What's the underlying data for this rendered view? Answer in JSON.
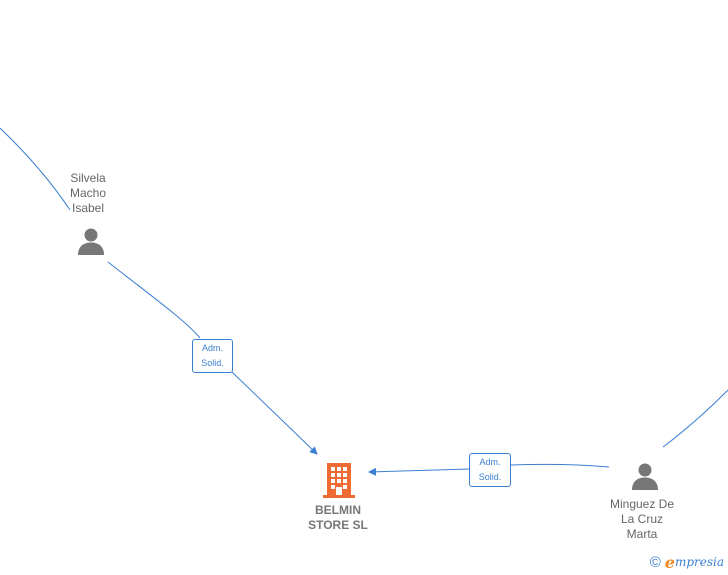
{
  "nodes": {
    "person_top": {
      "label": "Silvela\nMacho\nIsabel",
      "icon": "person-icon"
    },
    "company": {
      "label": "BELMIN\nSTORE  SL",
      "icon": "building-icon"
    },
    "person_right": {
      "label": "Minguez De\nLa Cruz\nMarta",
      "icon": "person-icon"
    }
  },
  "edges": {
    "edge_top": {
      "label": "Adm.\nSolid."
    },
    "edge_right": {
      "label": "Adm.\nSolid."
    }
  },
  "brand": {
    "copyright": "©",
    "e": "e",
    "rest": "mpresia"
  },
  "colors": {
    "edge": "#3a7fd0",
    "company": "#f06a33",
    "person": "#777777"
  }
}
